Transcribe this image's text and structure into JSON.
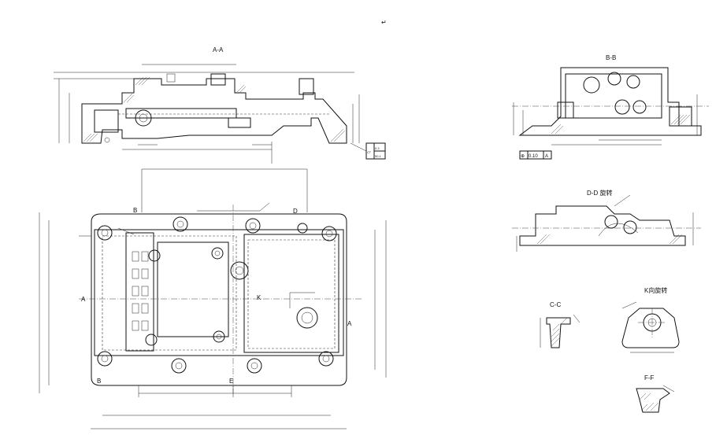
{
  "views": {
    "section_aa": {
      "title": "A-A"
    },
    "section_bb": {
      "title": "B-B"
    },
    "section_dd": {
      "title": "D-D 旋转"
    },
    "section_cc": {
      "title": "C-C"
    },
    "section_ff": {
      "title": "F-F"
    },
    "view_k": {
      "title": "K向旋转"
    }
  },
  "plan_labels": {
    "b_top": "B",
    "d_top": "D",
    "a_left": "A",
    "a_right": "A",
    "b_bottom": "B",
    "e_bottom": "E",
    "k_mark": "K"
  },
  "tolerance_frames": {
    "aa_frame": {
      "symbol": "▱",
      "row1": "0.3",
      "row2": "50.1"
    },
    "bb_frame": {
      "symbol": "⊕",
      "value": "0.10",
      "datum": "A"
    }
  },
  "colors": {
    "ink": "#111111",
    "paper": "#ffffff"
  },
  "icons": {
    "return_mark": "↵"
  }
}
